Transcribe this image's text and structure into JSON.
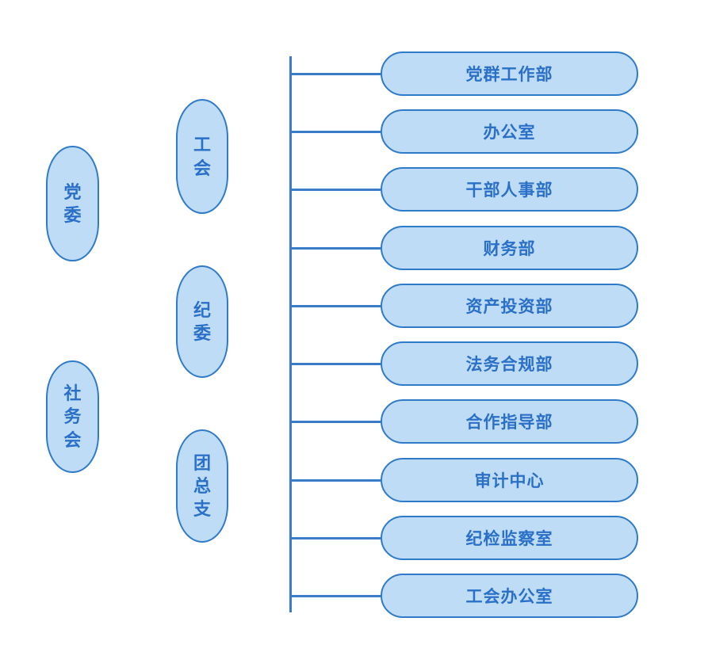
{
  "diagram": {
    "title": "organization-structure-chart",
    "left_column": [
      {
        "label": "党委"
      },
      {
        "label": "社务会"
      }
    ],
    "middle_column": [
      {
        "label": "工会"
      },
      {
        "label": "纪委"
      },
      {
        "label": "团总支"
      }
    ],
    "departments": [
      "党群工作部",
      "办公室",
      "干部人事部",
      "财务部",
      "资产投资部",
      "法务合规部",
      "合作指导部",
      "审计中心",
      "纪检监察室",
      "工会办公室"
    ],
    "colors": {
      "fill": "#BEDCF6",
      "border": "#2F7BC9",
      "text": "#2B70C8",
      "line": "#3A7CC9",
      "bg": "#FFFFFF"
    }
  }
}
